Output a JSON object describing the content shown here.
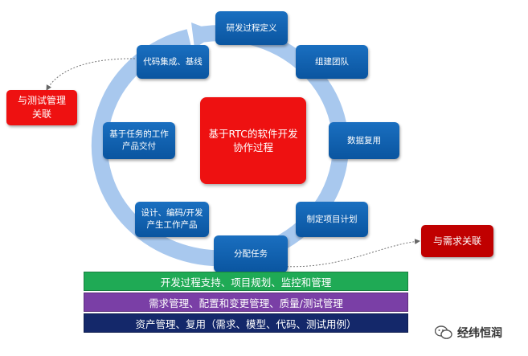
{
  "diagram": {
    "center_label_lines": [
      "基于RTC的软件开发",
      "协作过程"
    ],
    "steps": [
      {
        "lines": [
          "研发过程定义"
        ]
      },
      {
        "lines": [
          "组建团队"
        ]
      },
      {
        "lines": [
          "数据复用"
        ]
      },
      {
        "lines": [
          "制定项目计划"
        ]
      },
      {
        "lines": [
          "分配任务"
        ]
      },
      {
        "lines": [
          "设计、编码/开发",
          "产生工作产品"
        ]
      },
      {
        "lines": [
          "基于任务的工作",
          "产品交付"
        ]
      },
      {
        "lines": [
          "代码集成、基线"
        ]
      }
    ],
    "test_link_lines": [
      "与测试管理",
      "关联"
    ],
    "req_link": "与需求关联"
  },
  "bars": [
    {
      "label": "开发过程支持、项目规划、监控和管理",
      "color": "#1faa55"
    },
    {
      "label": "需求管理、配置和变更管理、质量/测试管理",
      "color": "#7a3fa6"
    },
    {
      "label": "资产管理、复用（需求、模型、代码、测试用例）",
      "color": "#14286a"
    }
  ],
  "watermark": {
    "text": "经纬恒润",
    "icon": "wechat-icon"
  },
  "colors": {
    "step_blue": "#0a55a0",
    "center_red": "#ee1111",
    "link_red": "#c00000",
    "ring": "#a8c8ee"
  }
}
